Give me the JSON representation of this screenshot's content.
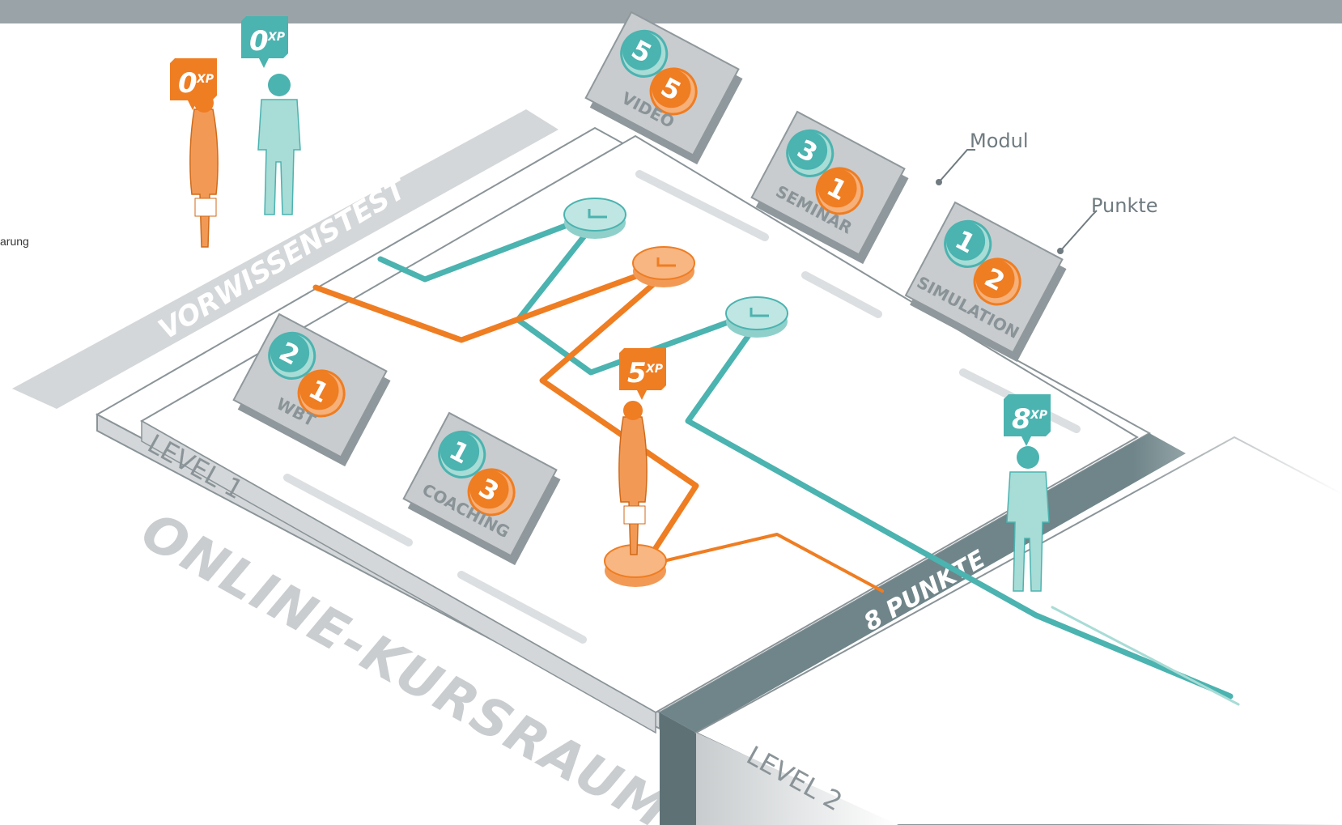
{
  "header_fragment": "arung",
  "pretest_label": "VORWISSENSTEST",
  "course_label": "ONLINE-KURSRAUM",
  "level1_label": "LEVEL 1",
  "level2_label": "LEVEL 2",
  "gate_label": "8 PUNKTE",
  "callouts": {
    "modul": "Modul",
    "punkte": "Punkte"
  },
  "modules": [
    {
      "name": "VIDEO",
      "teal": "5",
      "orange": "5"
    },
    {
      "name": "SEMINAR",
      "teal": "3",
      "orange": "1"
    },
    {
      "name": "SIMULATION",
      "teal": "1",
      "orange": "2"
    },
    {
      "name": "WBT",
      "teal": "2",
      "orange": "1"
    },
    {
      "name": "COACHING",
      "teal": "1",
      "orange": "3"
    }
  ],
  "xp_badges": [
    {
      "value": "0",
      "unit": "XP",
      "color": "orange"
    },
    {
      "value": "0",
      "unit": "XP",
      "color": "teal"
    },
    {
      "value": "5",
      "unit": "XP",
      "color": "orange"
    },
    {
      "value": "8",
      "unit": "XP",
      "color": "teal"
    }
  ],
  "colors": {
    "teal": "#4bb3b0",
    "teal_light": "#a8dcd6",
    "orange": "#ef7d22",
    "orange_light": "#f6b07a",
    "gray": "#c8ccce",
    "dark_gray": "#6f8589",
    "line": "#8a9498"
  }
}
